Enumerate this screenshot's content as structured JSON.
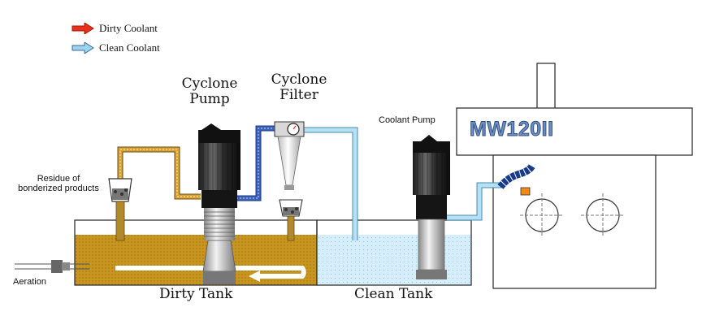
{
  "legend": {
    "dirty": {
      "label": "Dirty Coolant",
      "color": "#e8311a",
      "icon": "red-arrow-icon"
    },
    "clean": {
      "label": "Clean Coolant",
      "color": "#9dd3ee",
      "icon": "blue-arrow-icon"
    }
  },
  "labels": {
    "cyclone_pump": [
      "Cyclone",
      "Pump"
    ],
    "cyclone_filter": [
      "Cyclone",
      "Filter"
    ],
    "coolant_pump": "Coolant Pump",
    "residue": [
      "Residue of",
      "bonderized products"
    ],
    "aeration": "Aeration",
    "dirty_tank": "Dirty Tank",
    "clean_tank": "Clean Tank",
    "machine_logo": "MW120II"
  },
  "colors": {
    "dirty_fill": "#c8961e",
    "clean_fill": "#cfe9f6",
    "pipe_dirty": "#d2a03a",
    "pipe_blue": "#3a63b8",
    "pipe_clean": "#a9d6ee",
    "logo_blue": "#6a8fc8"
  }
}
